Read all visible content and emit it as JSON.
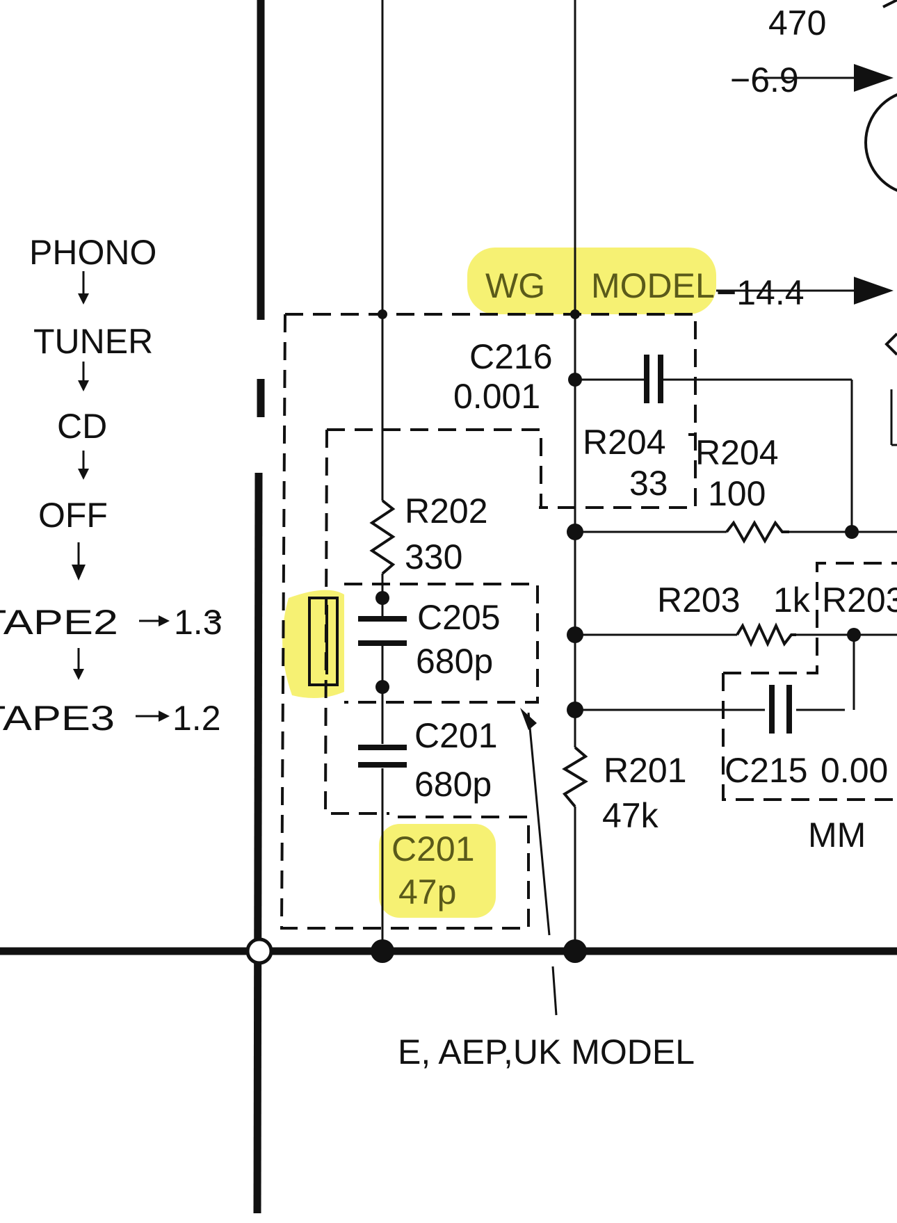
{
  "colors": {
    "ink": "#111111",
    "highlight": "#f4ef5a",
    "background": "#ffffff"
  },
  "selector": {
    "phono": "PHONO",
    "tuner": "TUNER",
    "cd": "CD",
    "off": "OFF",
    "tape2": "TAPE2",
    "tape2_value": "1.3",
    "tape3": "TAPE3",
    "tape3_value": "1.2"
  },
  "voltages": {
    "top": "470",
    "v1": "−6.9",
    "v2": "−14.4"
  },
  "model_notes": {
    "wg": "WG",
    "model": "MODEL",
    "e_aep_uk": "E, AEP,UK MODEL",
    "mm": "MM"
  },
  "components": {
    "c216": {
      "ref": "C216",
      "value": "0.001"
    },
    "r204a": {
      "ref": "R204",
      "value": "33"
    },
    "r204b": {
      "ref": "R204",
      "value": "100"
    },
    "r202": {
      "ref": "R202",
      "value": "330"
    },
    "c205": {
      "ref": "C205",
      "value": "680p"
    },
    "c201a": {
      "ref": "C201",
      "value": "680p"
    },
    "c201b": {
      "ref": "C201",
      "value": "47p"
    },
    "r203a": {
      "ref": "R203",
      "value": "1k"
    },
    "r203b": {
      "ref": "R203"
    },
    "r201": {
      "ref": "R201",
      "value": "47k"
    },
    "c215": {
      "ref": "C215",
      "value": "0.00"
    }
  }
}
